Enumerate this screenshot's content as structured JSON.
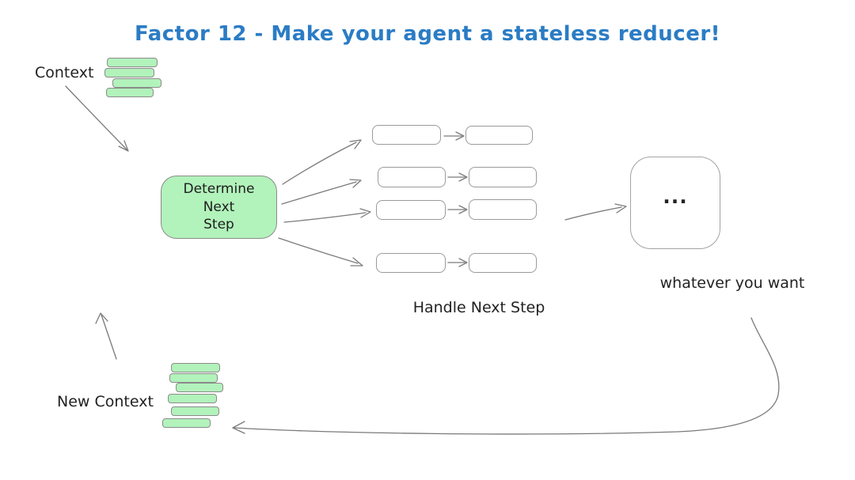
{
  "title": "Factor 12 - Make your agent a stateless reducer!",
  "colors": {
    "title_blue": "#2b7cc4",
    "node_green_fill": "#b2f2bb",
    "node_green_stroke": "#8b8b8b",
    "empty_box_stroke": "#9a9a9a",
    "arrow_gray": "#7a7a7a",
    "text_dark": "#1f1f1f",
    "background": "#ffffff"
  },
  "nodes": {
    "context": {
      "label": "Context",
      "bar_count": 4
    },
    "determine_next_step": {
      "text": "Determine\nNext\nStep"
    },
    "handle_next_step": {
      "label": "Handle Next Step",
      "row_count": 4,
      "boxes_per_row": 2
    },
    "output": {
      "text": "...",
      "label": "whatever you want"
    },
    "new_context": {
      "label": "New Context",
      "bar_count": 6
    }
  },
  "flow": [
    "Context -> Determine Next Step",
    "Determine Next Step -> Handle Next Step (4 parallel branches, each branch: step box -> result box)",
    "Handle Next Step -> whatever you want (...)",
    "whatever you want -> New Context",
    "New Context -> Context (loop back)"
  ]
}
